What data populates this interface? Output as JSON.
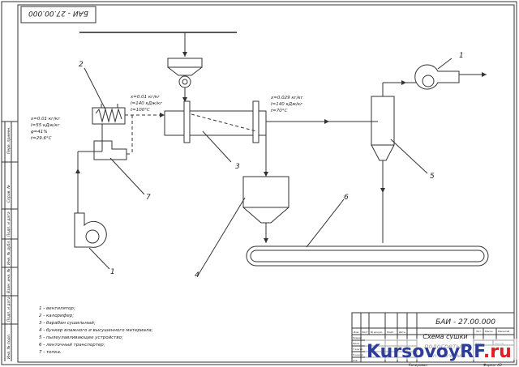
{
  "stamp_top": "БАИ - 27.00.000",
  "title_block": {
    "code": "БАИ - 27.00.000",
    "title": "Схема сушки подогретым воздухом",
    "small_headers": [
      "Изм.",
      "Лист",
      "№ докум.",
      "Подп.",
      "Дата",
      "Лит.",
      "Масса",
      "Масштаб"
    ],
    "row_labels": [
      "Разраб.",
      "Пров.",
      "Т.контр.",
      "Н.контр.",
      "Утв."
    ],
    "sheet_label": "Лист",
    "sheets_label": "Листов",
    "copied": "Копировал",
    "format": "Формат  А3"
  },
  "margin_labels": [
    "Перв. примен.",
    "Справ. №",
    "Подп. и дата",
    "Инв. № дубл.",
    "Взам. инв. №",
    "Подп. и дата",
    "Инв. № подл."
  ],
  "callouts": [
    "1",
    "2",
    "3",
    "4",
    "5",
    "6",
    "7",
    "1"
  ],
  "params_left": [
    "x=0.01 кг/кг",
    "I=55 кДж/кг",
    "φ=41%",
    "t=29.6°С"
  ],
  "params_mid": [
    "x=0.01 кг/кг",
    "I=140 кДж/кг",
    "t=100°С"
  ],
  "params_right": [
    "x=0.029 кг/кг",
    "I=140 кДж/кг",
    "t=70°С"
  ],
  "legend": [
    "1 - вентилятор;",
    "2 - калорифер;",
    "3 - барабан сушильный;",
    "4 - бункер влажного и высушенного материала;",
    "5 - пылеулавливающее устройство;",
    "6 - ленточный транспортер;",
    "7 - топка."
  ],
  "watermark": {
    "main": "KursovoyRF",
    "suffix": ".ru"
  }
}
